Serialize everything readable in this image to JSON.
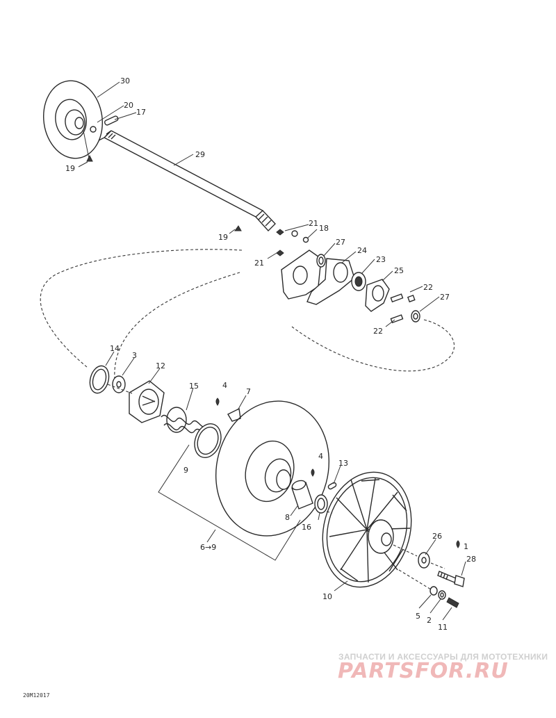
{
  "labels": {
    "p30": "30",
    "p20": "20",
    "p17": "17",
    "p19a": "19",
    "p29": "29",
    "p19b": "19",
    "p21a": "21",
    "p18": "18",
    "p27a": "27",
    "p24": "24",
    "p21b": "21",
    "p23": "23",
    "p25": "25",
    "p22a": "22",
    "p27b": "27",
    "p22b": "22",
    "p14": "14",
    "p3": "3",
    "p12": "12",
    "p15": "15",
    "p4a": "4",
    "p7": "7",
    "p9": "9",
    "p4b": "4",
    "p13": "13",
    "p8": "8",
    "p16": "16",
    "p6to9": "6→9",
    "p26": "26",
    "p1": "1",
    "p28": "28",
    "p10": "10",
    "p5": "5",
    "p2": "2",
    "p11": "11"
  },
  "drawing_code": "20M12017",
  "watermark": {
    "tagline": "ЗАПЧАСТИ И АКСЕССУАРЫ ДЛЯ МОТОТЕХНИКИ",
    "brand": "PARTSFOR.RU"
  }
}
